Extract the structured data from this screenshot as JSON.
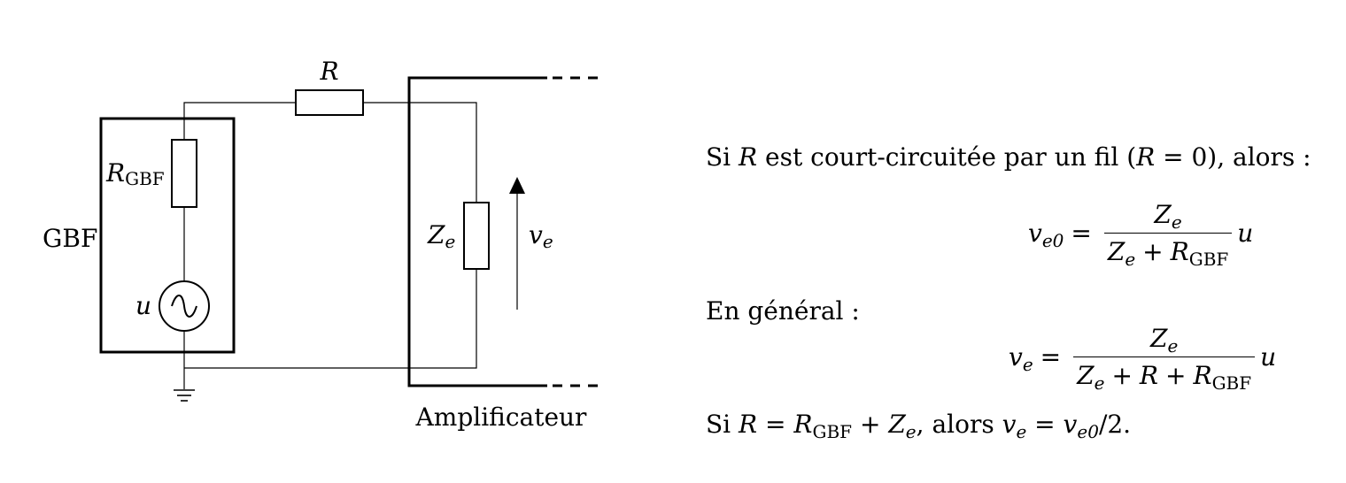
{
  "circuit": {
    "label_R": "R",
    "label_R_gbf_main": "R",
    "label_R_gbf_sub": "GBF",
    "label_gbf": "GBF",
    "label_u": "u",
    "label_Ze_main": "Z",
    "label_Ze_sub": "e",
    "label_ve_main": "v",
    "label_ve_sub": "e",
    "label_amplifier": "Amplificateur"
  },
  "text": {
    "line1": {
      "si": "Si ",
      "R": "R",
      "mid": " est court-circuitée par un fil (",
      "R2": "R",
      "end": " = 0), alors :"
    },
    "eq1": {
      "lhs_main": "v",
      "lhs_sub": "e0",
      "equals": "=",
      "num_main": "Z",
      "num_sub": "e",
      "den_Z": "Z",
      "den_Z_sub": "e",
      "den_plus": "+",
      "den_R": "R",
      "den_R_sub": "GBF",
      "rhs": "u"
    },
    "line2": "En général :",
    "eq2": {
      "lhs_main": "v",
      "lhs_sub": "e",
      "equals": "=",
      "num_main": "Z",
      "num_sub": "e",
      "den_Z": "Z",
      "den_Z_sub": "e",
      "den_plus1": "+",
      "den_R": "R",
      "den_plus2": "+",
      "den_R2": "R",
      "den_R2_sub": "GBF",
      "rhs": "u"
    },
    "line3": {
      "si": "Si ",
      "R": "R",
      "eq": " = ",
      "Rg": "R",
      "Rg_sub": "GBF",
      "plus": " + ",
      "Z": "Z",
      "Z_sub": "e",
      "alors": ", alors ",
      "v": "v",
      "v_sub": "e",
      "eq2": " = ",
      "v0": "v",
      "v0_sub": "e0",
      "tail": "/2."
    }
  }
}
